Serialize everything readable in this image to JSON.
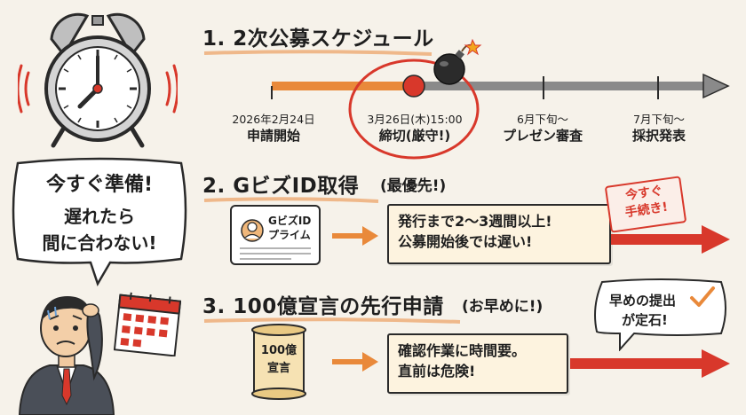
{
  "section1": {
    "title": "1. 2次公募スケジュール",
    "milestones": [
      {
        "date": "2026年2月24日",
        "label": "申請開始"
      },
      {
        "date": "3月26日(木)15:00",
        "label": "締切(厳守!)"
      },
      {
        "date": "6月下旬〜",
        "label": "プレゼン審査"
      },
      {
        "date": "7月下旬〜",
        "label": "採択発表"
      }
    ]
  },
  "warning": {
    "line1": "今すぐ準備!",
    "line2": "遅れたら",
    "line3": "間に合わない!"
  },
  "section2": {
    "title": "2. GビズID取得",
    "note": "(最優先!)",
    "card_line1": "GビズID",
    "card_line2": "プライム",
    "box_line1": "発行まで2〜3週間以上!",
    "box_line2": "公募開始後では遅い!",
    "stamp_line1": "今すぐ",
    "stamp_line2": "手続き!"
  },
  "section3": {
    "title": "3. 100億宣言の先行申請",
    "note": "(お早めに!)",
    "scroll_line1": "100億",
    "scroll_line2": "宣言",
    "box_line1": "確認作業に時間要。",
    "box_line2": "直前は危険!",
    "bubble_line1": "早めの提出",
    "bubble_line2": "が定石!"
  },
  "colors": {
    "accent_orange": "#e9893a",
    "timeline_gray": "#8a8a8a",
    "red": "#d8382b",
    "box_fill": "#fdf3df",
    "background": "#f6f2ea"
  },
  "icons": [
    "alarm-clock-icon",
    "bomb-icon",
    "calendar-icon",
    "worried-businessman-icon",
    "id-card-icon",
    "scroll-icon",
    "checkmark-icon"
  ]
}
